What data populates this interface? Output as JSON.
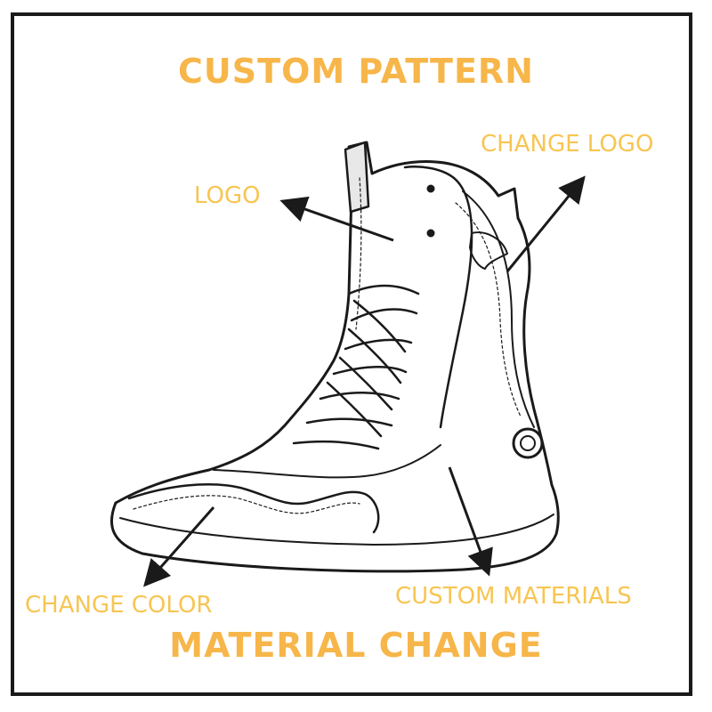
{
  "titles": {
    "top": "CUSTOM PATTERN",
    "bottom": "MATERIAL CHANGE"
  },
  "labels": {
    "logo": "LOGO",
    "change_logo": "CHANGE LOGO",
    "change_color": "CHANGE COLOR",
    "custom_materials": "CUSTOM MATERIALS"
  },
  "colors": {
    "label_text": "#f7c552",
    "title_text": "#f7b64a",
    "line_art": "#1a1a1a"
  },
  "icons": {
    "main_illustration": "boxing-boot-line-art"
  }
}
